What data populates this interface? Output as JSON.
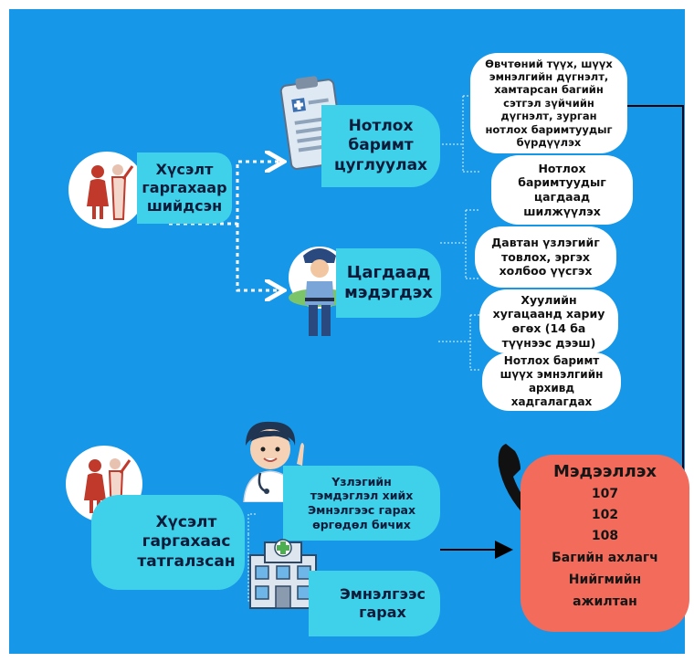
{
  "colors": {
    "background": "#1797e8",
    "cyan_box": "#3fd0ea",
    "contact_box": "#f26b5b",
    "white_box": "#ffffff"
  },
  "top_section": {
    "decision": "Хүсэлт гаргахаар шийдсэн",
    "branch_evidence": "Нотлох баримт цуглуулах",
    "branch_police": "Цагдаад мэдэгдэх",
    "details": [
      "Өвчтөний түүх, шүүх эмнэлгийн дүгнэлт, хамтарсан багийн сэтгэл зүйчийн дүгнэлт, зурган нотлох баримтуудыг бүрдүүлэх",
      "Нотлох баримтуудыг цагдаад шилжүүлэх",
      "Давтан үзлэгийг товлох, эргэх холбоо үүсгэх",
      "Хуулийн хугацаанд хариу өгөх (14 ба түүнээс дээш)",
      "Нотлох баримт шүүх эмнэлгийн архивд хадгалагдах"
    ]
  },
  "bottom_section": {
    "decision": "Хүсэлт гаргахаас татгалзсан",
    "step_note": "Үзлэгийн тэмдэглэл хийх Эмнэлгээс гарах өргөдөл бичих",
    "step_discharge": "Эмнэлгээс гарах"
  },
  "contact": {
    "title": "Мэдээллэх",
    "lines": [
      "107",
      "102",
      "108",
      "Багийн ахлагч",
      "Нийгмийн ажилтан"
    ]
  },
  "icons": [
    "couple-icon",
    "clipboard-icon",
    "police-officer-icon",
    "doctor-icon",
    "hospital-icon",
    "phone-icon"
  ]
}
